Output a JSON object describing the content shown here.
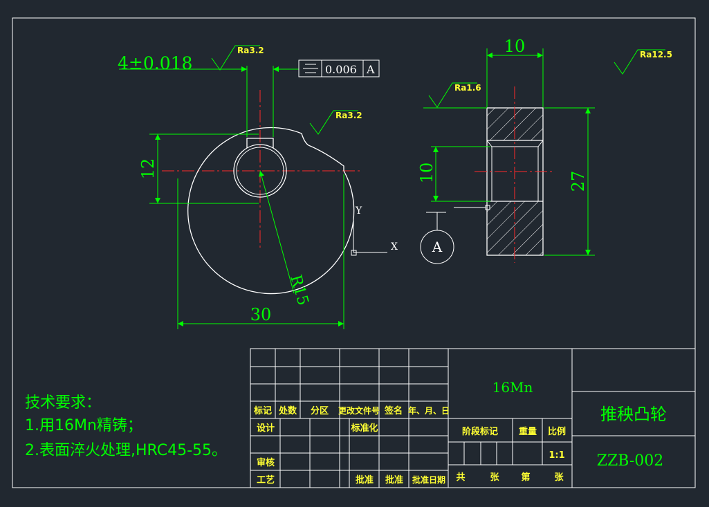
{
  "view_front": {
    "dim_keyway": "4±0.018",
    "dim_height": "12",
    "dim_width": "30",
    "dim_radius": "R15",
    "ra_top": "Ra3.2",
    "ra_side": "Ra3.2",
    "tolerance": {
      "value": "0.006",
      "datum": "A"
    }
  },
  "ucs": {
    "x_label": "X",
    "y_label": "Y"
  },
  "view_side": {
    "dim_thickness": "10",
    "dim_bore": "10",
    "dim_outer": "27",
    "ra_left": "Ra1.6",
    "ra_general": "Ra12.5",
    "datum_label": "A"
  },
  "tech": {
    "heading": "技术要求：",
    "items": [
      "1.用16Mn精铸；",
      "2.表面淬火处理,HRC45-55。"
    ]
  },
  "title_block": {
    "material": "16Mn",
    "part_name": "推秧凸轮",
    "drawing_no": "ZZB-002",
    "header_cells": [
      "标记",
      "处数",
      "分区",
      "更改文件号",
      "签名",
      "年、月、日"
    ],
    "row_design": "设计",
    "row_standard": "标准化",
    "stage_mark": "阶段标记",
    "weight": "重量",
    "scale_label": "比例",
    "scale_value": "1:1",
    "row_review": "审核",
    "row_process": "工艺",
    "approve1": "批准",
    "approve2": "批准",
    "approve_date": "批准日期",
    "sheets": [
      "共",
      "张",
      "第",
      "张"
    ]
  }
}
